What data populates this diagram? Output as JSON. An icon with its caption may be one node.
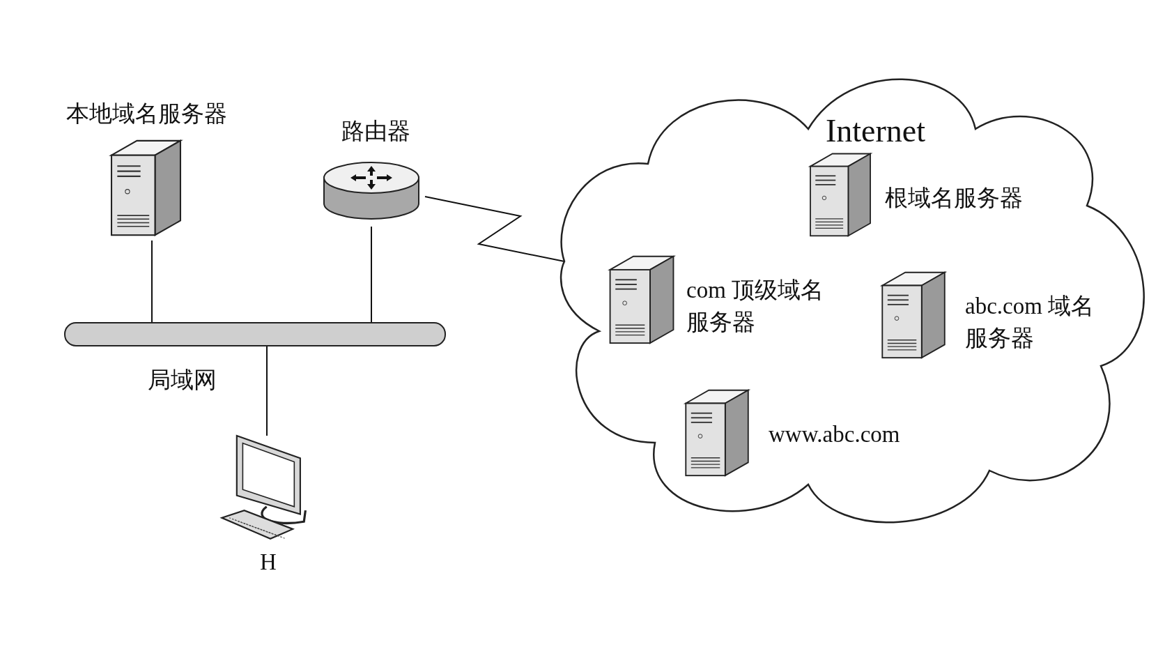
{
  "diagram": {
    "nodes": [
      {
        "text": [
          "本地域名服务器"
        ]
      },
      {
        "text": [
          "路由器"
        ]
      },
      {
        "text": [
          "局域网"
        ]
      },
      {
        "text": [
          "H"
        ]
      },
      {
        "text": [
          "Internet"
        ]
      },
      {
        "text": [
          "根域名服务器"
        ],
        "in": 4
      },
      {
        "text": [
          "com 顶级域名服务器"
        ],
        "in": 4
      },
      {
        "text": [
          "abc.com 域名服务器"
        ],
        "in": 4
      },
      {
        "text": [
          "www.abc.com"
        ],
        "in": 4
      }
    ],
    "edges": [
      {
        "from": 0,
        "to": 2,
        "arrow": "none"
      },
      {
        "from": 1,
        "to": 2,
        "arrow": "none"
      },
      {
        "from": 2,
        "to": 3,
        "arrow": "none"
      },
      {
        "from": 1,
        "to": 4,
        "arrow": "none"
      }
    ]
  }
}
